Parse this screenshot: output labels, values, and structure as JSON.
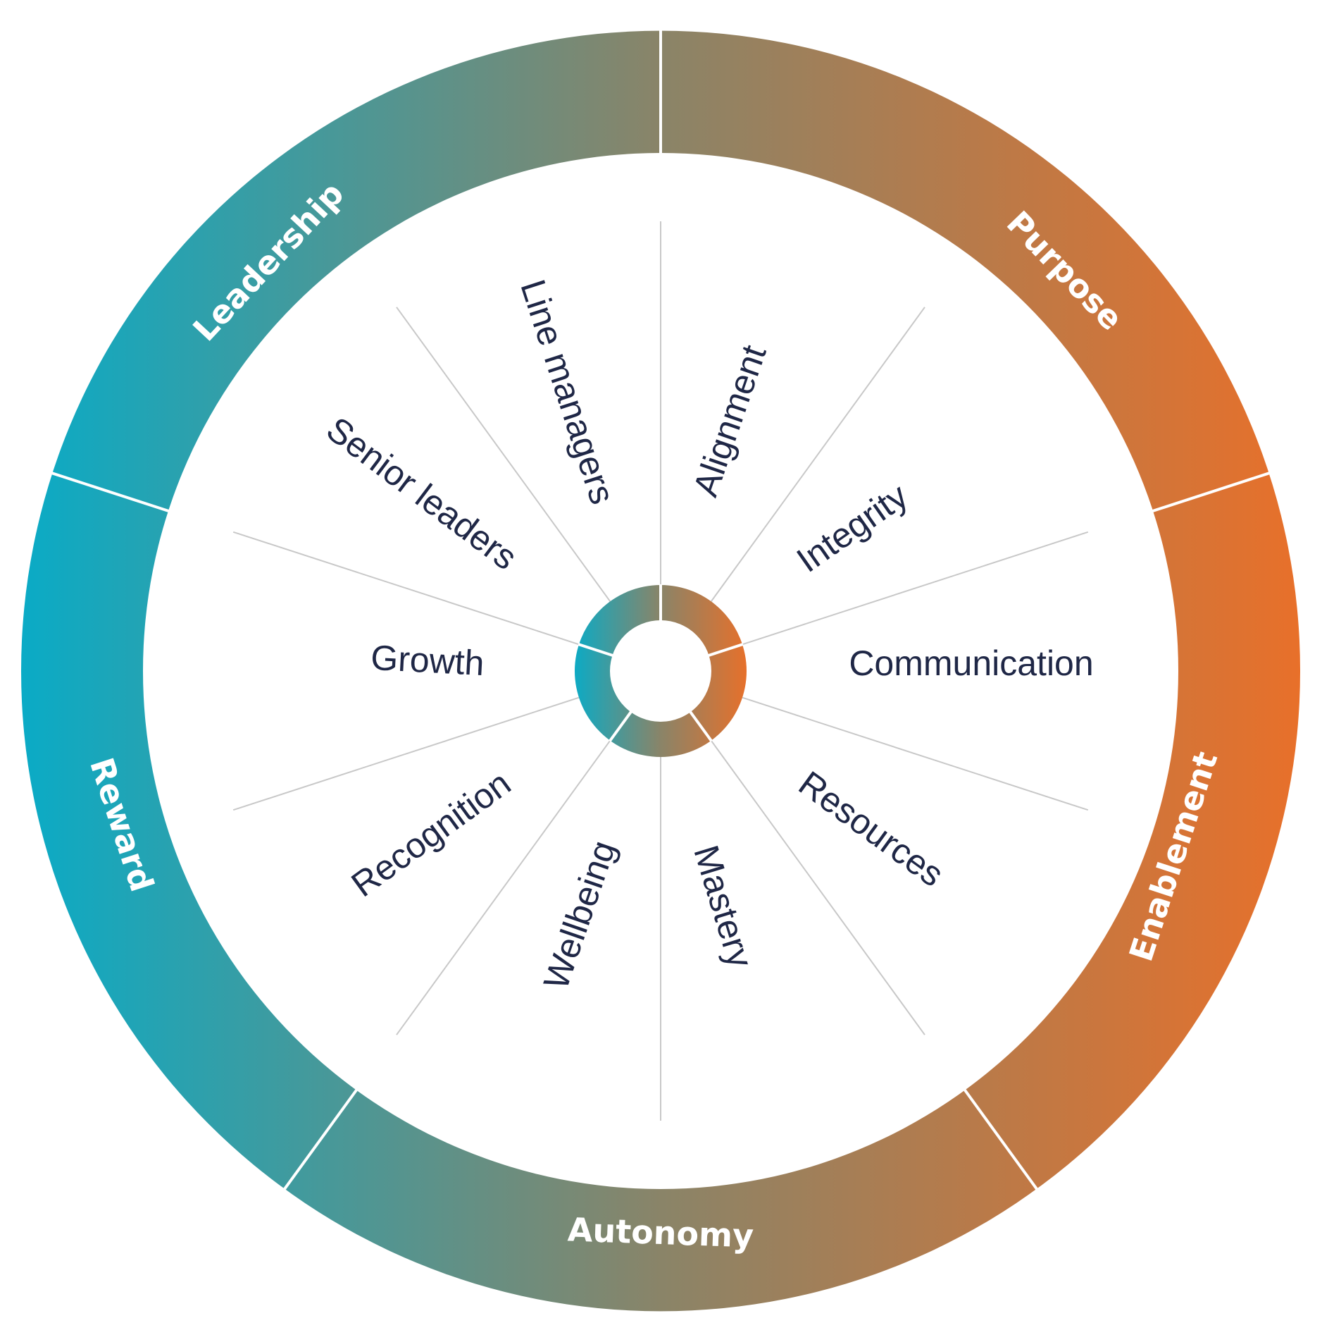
{
  "colors": {
    "teal": "#0aabc6",
    "orange": "#e8702a",
    "spoke": "#c8c8c8",
    "text": "#1f2746"
  },
  "wheel": {
    "pillars": [
      {
        "label": "Leadership"
      },
      {
        "label": "Purpose"
      },
      {
        "label": "Enablement"
      },
      {
        "label": "Autonomy"
      },
      {
        "label": "Reward"
      }
    ],
    "drivers": [
      {
        "label": "Alignment"
      },
      {
        "label": "Integrity"
      },
      {
        "label": "Communication"
      },
      {
        "label": "Resources"
      },
      {
        "label": "Mastery"
      },
      {
        "label": "Wellbeing"
      },
      {
        "label": "Recognition"
      },
      {
        "label": "Growth"
      },
      {
        "label": "Senior leaders"
      },
      {
        "label": "Line managers"
      }
    ]
  }
}
